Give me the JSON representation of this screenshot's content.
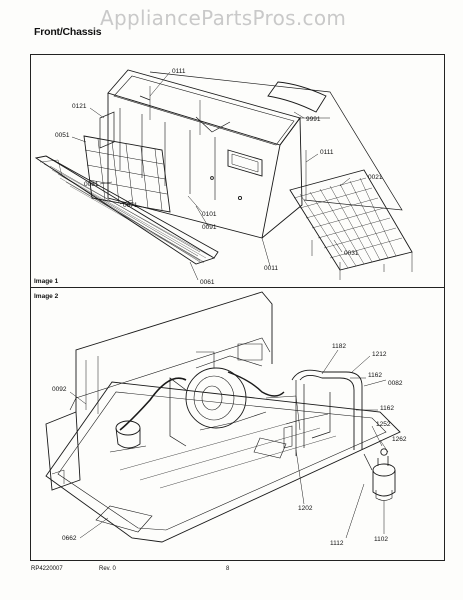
{
  "watermark": "AppliancePartsPros.com",
  "title": "Front/Chassis",
  "image1": {
    "label": "Image 1",
    "parts": [
      "0111",
      "0121",
      "9991",
      "0051",
      "0111",
      "0021",
      "0081",
      "0071",
      "0101",
      "0091",
      "0031",
      "0011",
      "0061"
    ]
  },
  "image2": {
    "label": "Image 2",
    "parts": [
      "1182",
      "1212",
      "1162",
      "0082",
      "1162",
      "0092",
      "1252",
      "1262",
      "1202",
      "0662",
      "1112",
      "1102"
    ]
  },
  "footer": {
    "code": "RP4220007",
    "rev": "Rev. 0",
    "page": "8"
  }
}
